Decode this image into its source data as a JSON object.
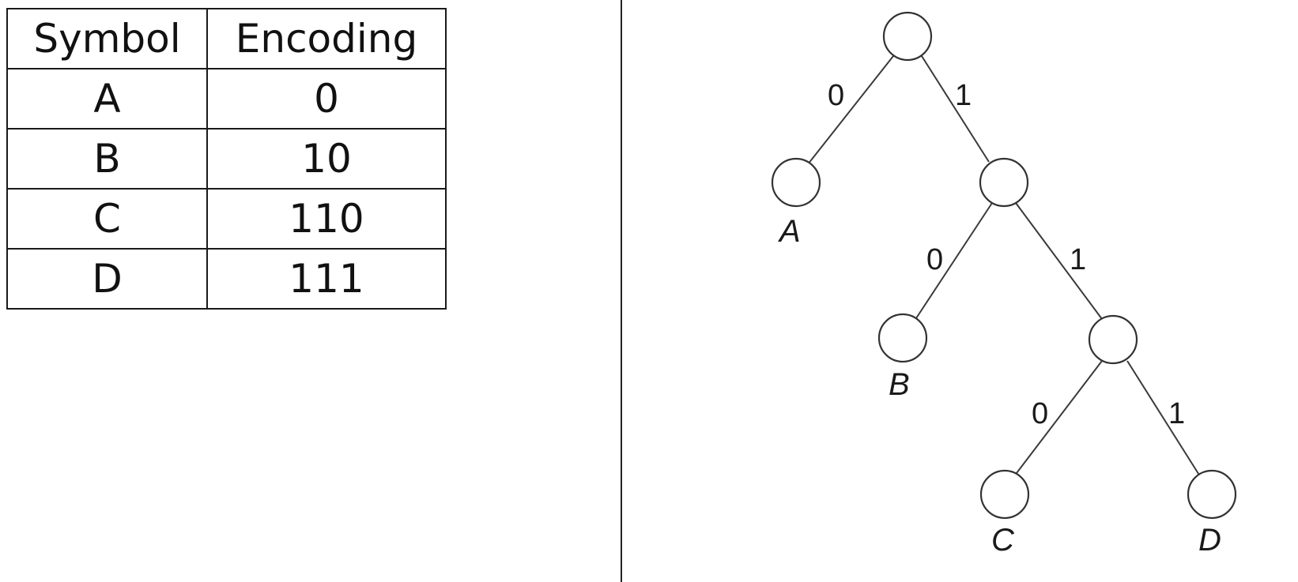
{
  "table": {
    "headers": [
      "Symbol",
      "Encoding"
    ],
    "rows": [
      {
        "symbol": "A",
        "encoding": "0"
      },
      {
        "symbol": "B",
        "encoding": "10"
      },
      {
        "symbol": "C",
        "encoding": "110"
      },
      {
        "symbol": "D",
        "encoding": "111"
      }
    ]
  },
  "tree": {
    "edge_labels": [
      "0",
      "1",
      "0",
      "1",
      "0",
      "1"
    ],
    "leaves": [
      "A",
      "B",
      "C",
      "D"
    ]
  }
}
